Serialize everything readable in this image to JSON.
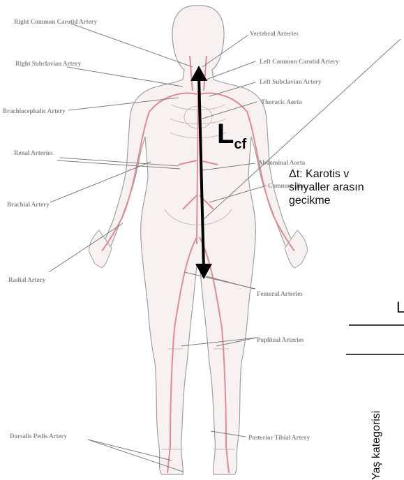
{
  "labels_left": {
    "right_common_carotid": "Right Common Carotid Artery",
    "right_subclavian": "Right Subclavian Artery",
    "brachiocephalic": "Brachiocephalic Artery",
    "renal": "Renal Arteries",
    "brachial": "Brachial Artery",
    "radial": "Radial Artery",
    "dorsalis_pedis": "Dorsalis Pedis Artery"
  },
  "labels_right": {
    "vertebral": "Vertebral Arteries",
    "left_common_carotid": "Left Common Carotid Artery",
    "left_subclavian": "Left Subclavian Artery",
    "thoracic_aorta": "Thoracic Aorta",
    "abdominal_aorta": "Abdominal Aorta",
    "common_iliac": "Common Iliac",
    "femoral": "Femoral Arteries",
    "popliteal": "Popliteal Arteries",
    "posterior_tibial": "Posterior Tibial Artery"
  },
  "measure": {
    "symbol": "L",
    "subscript": "cf"
  },
  "delta_t": {
    "line1": "Δt: Karotis v",
    "line2": "sinyaller arasın",
    "line3": "gecikme"
  },
  "side": {
    "category_label": "Yaş kategorisi",
    "partial_letter": "L"
  },
  "colors": {
    "artery": "#e38a9a",
    "body_outline": "#9a9a9a",
    "arrow": "#000000",
    "label": "#8c8c8c"
  }
}
